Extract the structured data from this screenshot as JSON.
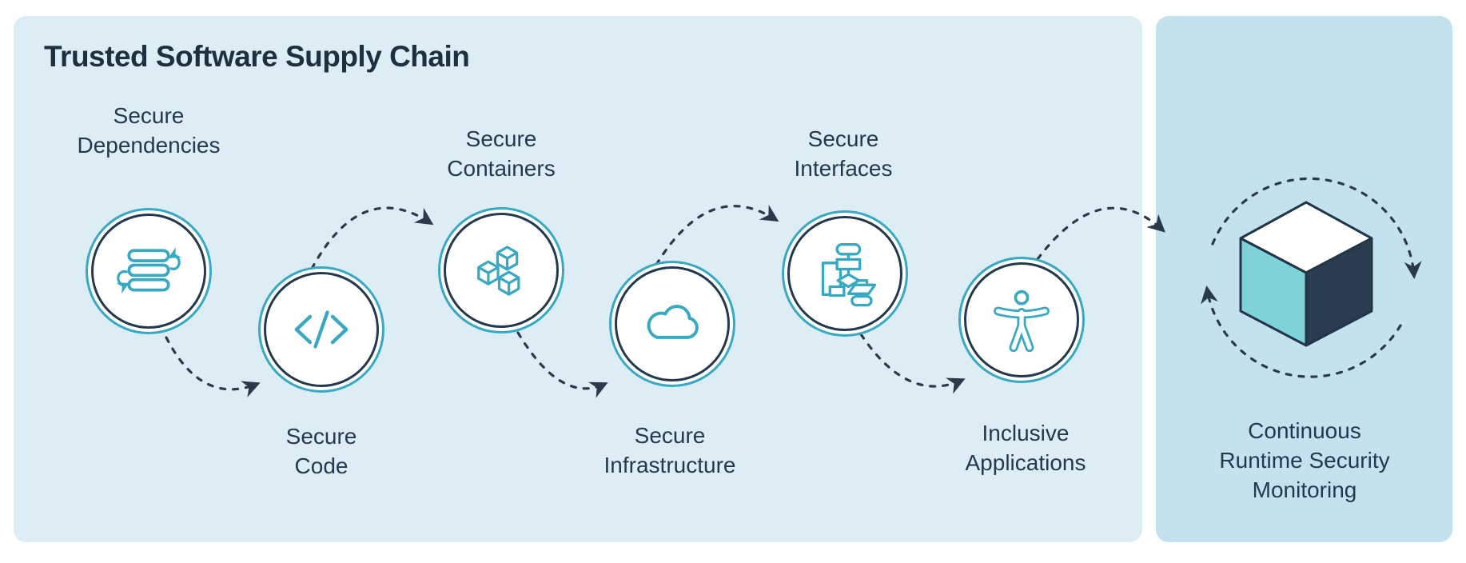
{
  "title": "Trusted Software Supply Chain",
  "palette": {
    "accent_teal": "#38a9c1",
    "dark_navy": "#24394d",
    "arrow_color": "#2b3a4a",
    "panel_left_bg": "#ddedf6",
    "panel_right_bg": "#c3e2ee",
    "cube_top_face": "#ffffff",
    "cube_left_face": "#7ed2d8",
    "cube_right_face": "#2b3c4e"
  },
  "chain": {
    "nodes": [
      {
        "label": "Secure\nDependencies",
        "icon": "stack-sync-icon",
        "label_position": "above"
      },
      {
        "label": "Secure\nCode",
        "icon": "code-icon",
        "label_position": "below"
      },
      {
        "label": "Secure\nContainers",
        "icon": "containers-icon",
        "label_position": "above"
      },
      {
        "label": "Secure\nInfrastructure",
        "icon": "cloud-icon",
        "label_position": "below"
      },
      {
        "label": "Secure\nInterfaces",
        "icon": "flowchart-icon",
        "label_position": "above"
      },
      {
        "label": "Inclusive\nApplications",
        "icon": "accessibility-icon",
        "label_position": "below"
      }
    ]
  },
  "monitoring_panel": {
    "label": "Continuous\nRuntime Security\nMonitoring",
    "icon": "isometric-cube-icon"
  }
}
